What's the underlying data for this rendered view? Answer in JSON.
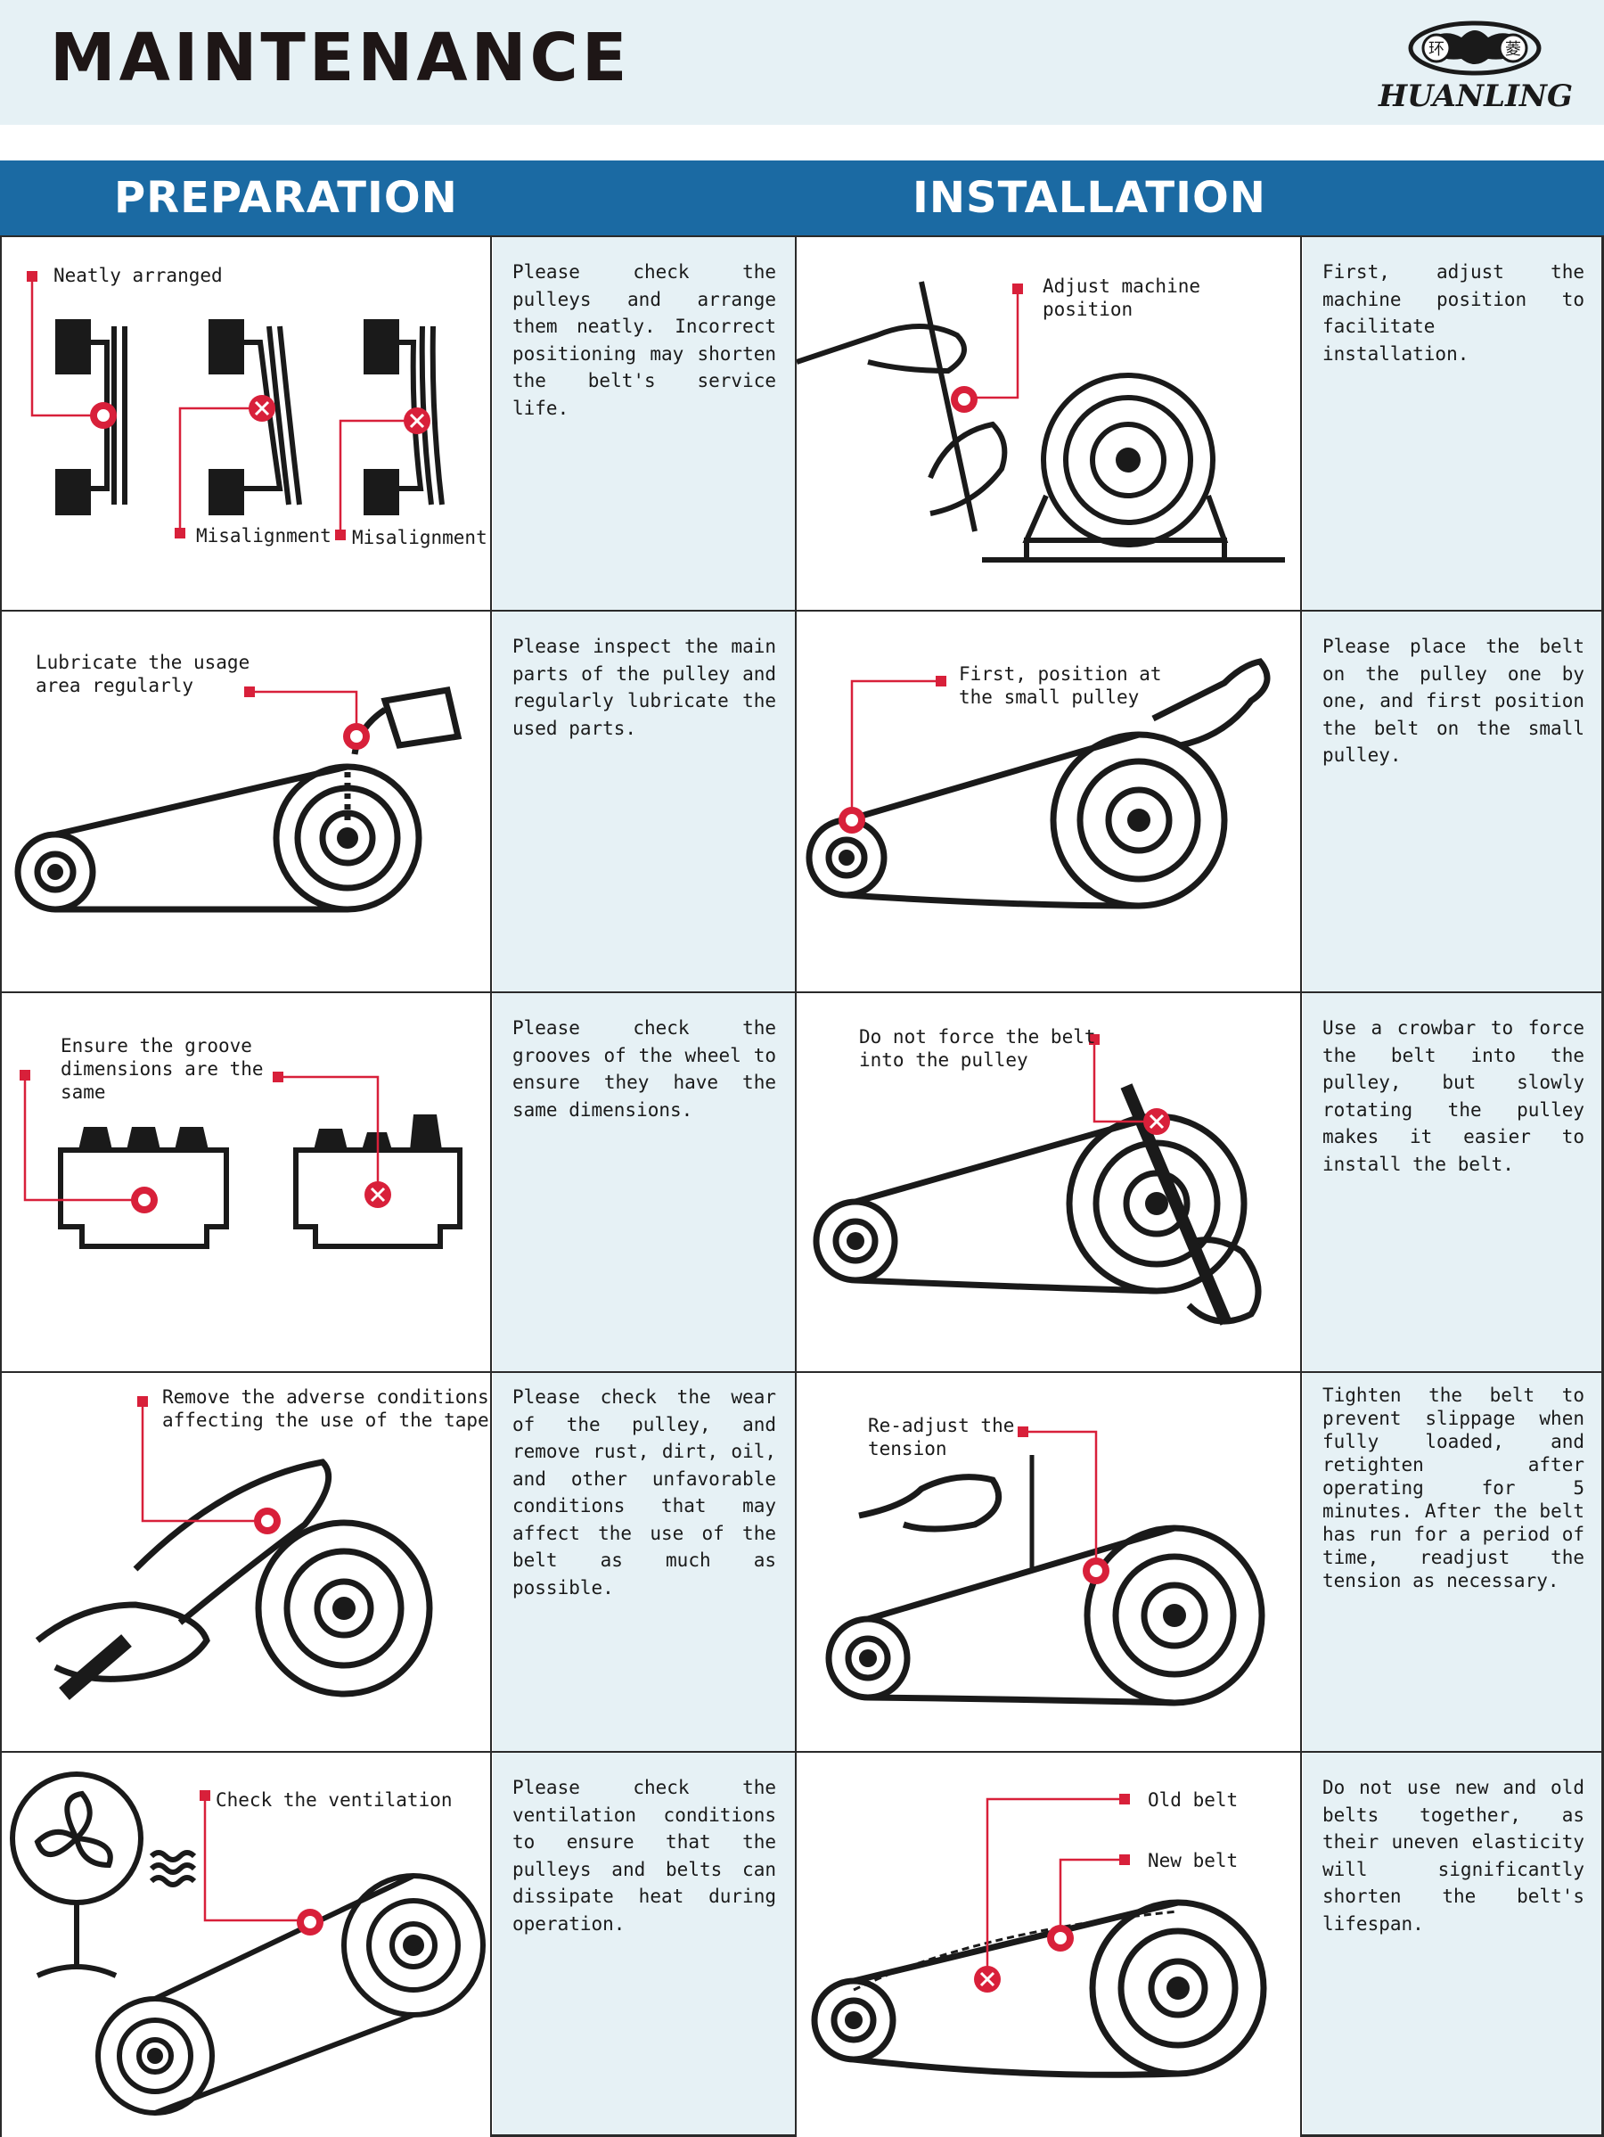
{
  "header": {
    "title": "MAINTENANCE",
    "brand": "HUANLING",
    "brand_cn_left": "环",
    "brand_cn_right": "菱"
  },
  "sections": {
    "preparation": "PREPARATION",
    "installation": "INSTALLATION"
  },
  "rows": [
    {
      "prep_callouts": [
        "Neatly arranged",
        "Misalignment",
        "Misalignment"
      ],
      "prep_text": "Please check the pulleys and arrange them neatly. Incorrect positioning may shorten the belt's service life.",
      "inst_callouts": [
        "Adjust machine\nposition"
      ],
      "inst_text": "First, adjust the machine position to facilitate installation."
    },
    {
      "prep_callouts": [
        "Lubricate the usage\narea regularly"
      ],
      "prep_text": "Please inspect the main parts of the pulley and regularly lubricate the used parts.",
      "inst_callouts": [
        "First, position at\nthe small pulley"
      ],
      "inst_text": "Please place the belt on the pulley one by one, and first position the belt on the small pulley."
    },
    {
      "prep_callouts": [
        "Ensure the groove\ndimensions are the\nsame"
      ],
      "prep_text": "Please check the grooves of the wheel to ensure they have the same dimensions.",
      "inst_callouts": [
        "Do not force the belt\ninto the pulley"
      ],
      "inst_text": "Use a crowbar to force the belt into the pulley, but slowly rotating the pulley makes it easier to install the belt."
    },
    {
      "prep_callouts": [
        "Remove the adverse conditions\naffecting the use of the tape"
      ],
      "prep_text": "Please check the wear of the pulley, and remove rust, dirt, oil, and other unfavorable conditions that may affect the use of the belt as much as possible.",
      "inst_callouts": [
        "Re-adjust the\ntension"
      ],
      "inst_text": "Tighten the belt to prevent slippage when fully loaded, and retighten after operating for 5 minutes. After the belt has run for a period of time, readjust the tension as necessary."
    },
    {
      "prep_callouts": [
        "Check the ventilation"
      ],
      "prep_text": "Please check the ventilation conditions to ensure that the pulleys and belts can dissipate heat during operation.",
      "inst_callouts": [
        "Old belt",
        "New belt"
      ],
      "inst_text": "Do not use new and old belts together, as their uneven elasticity will significantly shorten the belt's lifespan."
    }
  ],
  "colors": {
    "header_bg": "#e6f1f5",
    "section_bar": "#1b6aa3",
    "text_cell_bg": "#e6f1f5",
    "marker_red": "#d8203a",
    "ink": "#1a1a1a"
  }
}
